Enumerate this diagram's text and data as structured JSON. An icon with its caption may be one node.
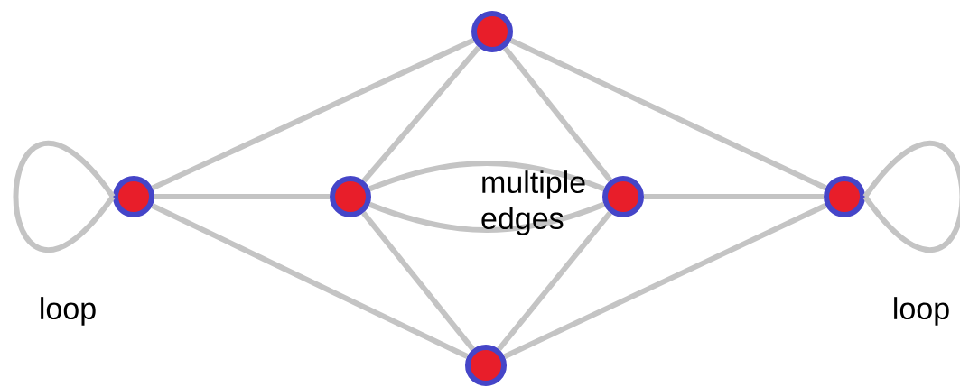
{
  "diagram": {
    "nodes": [
      {
        "text": [],
        "shape": "circle"
      },
      {
        "text": [],
        "shape": "circle"
      },
      {
        "text": [],
        "shape": "circle"
      },
      {
        "text": [],
        "shape": "circle"
      },
      {
        "text": [],
        "shape": "circle"
      },
      {
        "text": [],
        "shape": "circle"
      }
    ],
    "edges": [
      {
        "from": 0,
        "to": 0,
        "arrow": "none"
      },
      {
        "from": 0,
        "to": 3,
        "arrow": "none"
      },
      {
        "from": 0,
        "to": 1,
        "arrow": "none"
      },
      {
        "from": 0,
        "to": 2,
        "arrow": "none"
      },
      {
        "from": 1,
        "to": 3,
        "arrow": "none"
      },
      {
        "from": 1,
        "to": 2,
        "arrow": "none"
      },
      {
        "from": 1,
        "to": 4,
        "arrow": "none"
      },
      {
        "from": 1,
        "to": 4,
        "arrow": "none"
      },
      {
        "from": 4,
        "to": 3,
        "arrow": "none"
      },
      {
        "from": 4,
        "to": 2,
        "arrow": "none"
      },
      {
        "from": 4,
        "to": 5,
        "arrow": "none"
      },
      {
        "from": 5,
        "to": 3,
        "arrow": "none"
      },
      {
        "from": 5,
        "to": 2,
        "arrow": "none"
      },
      {
        "from": 5,
        "to": 5,
        "arrow": "none"
      }
    ],
    "labels": [
      "loop",
      "multiple edges",
      "loop"
    ]
  }
}
